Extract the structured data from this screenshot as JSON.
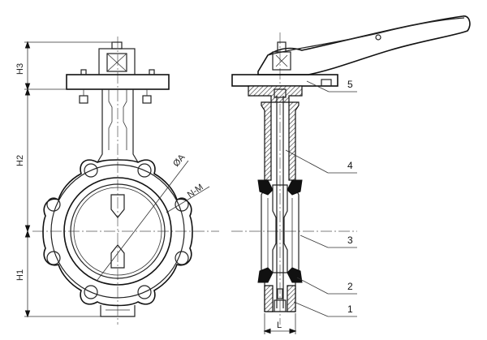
{
  "front_view": {
    "dimensions": {
      "h3": "H3",
      "h2": "H2",
      "h1": "H1",
      "diameter": "ØA",
      "holes": "N-M"
    }
  },
  "side_view": {
    "dimensions": {
      "length": "L"
    },
    "callouts": [
      "5",
      "4",
      "3",
      "2",
      "1"
    ]
  },
  "colors": {
    "line": "#222222",
    "hatch": "#444444",
    "background": "#ffffff"
  }
}
